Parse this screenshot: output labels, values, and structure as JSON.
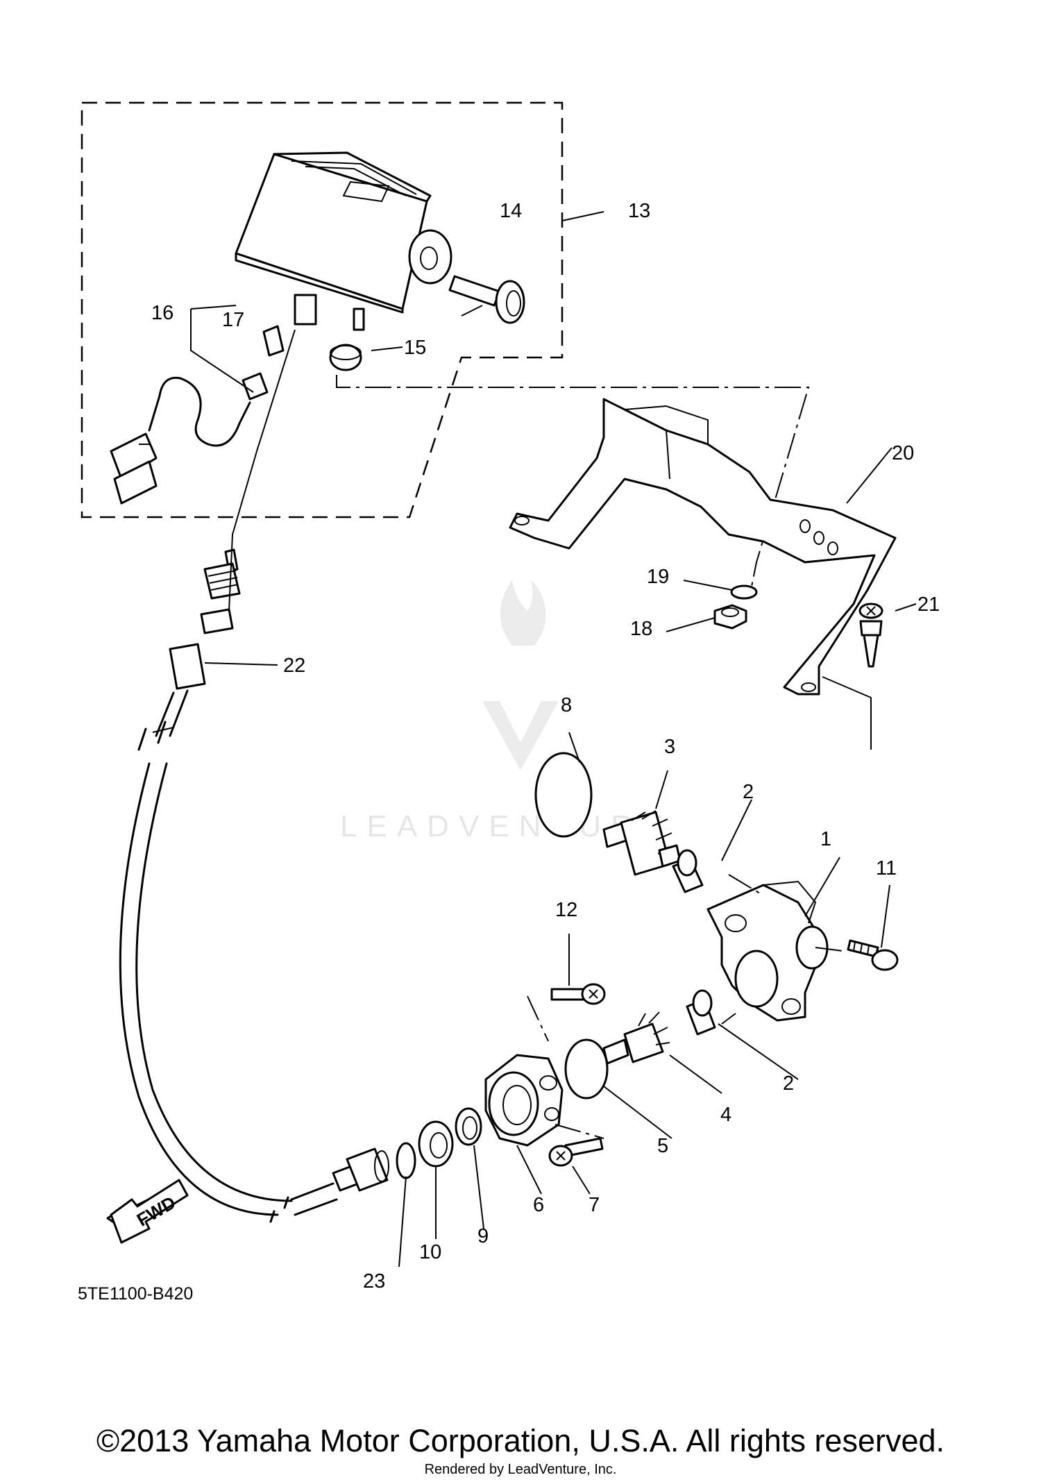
{
  "watermark": {
    "text": "LEADVENTURE"
  },
  "drawing_code": "5TE1100-B420",
  "fwd_label": "FWD",
  "callouts": [
    {
      "id": "1",
      "label": "1"
    },
    {
      "id": "2a",
      "label": "2"
    },
    {
      "id": "2b",
      "label": "2"
    },
    {
      "id": "3",
      "label": "3"
    },
    {
      "id": "4",
      "label": "4"
    },
    {
      "id": "5",
      "label": "5"
    },
    {
      "id": "6",
      "label": "6"
    },
    {
      "id": "7",
      "label": "7"
    },
    {
      "id": "8",
      "label": "8"
    },
    {
      "id": "9",
      "label": "9"
    },
    {
      "id": "10",
      "label": "10"
    },
    {
      "id": "11",
      "label": "11"
    },
    {
      "id": "12",
      "label": "12"
    },
    {
      "id": "13",
      "label": "13"
    },
    {
      "id": "14",
      "label": "14"
    },
    {
      "id": "15",
      "label": "15"
    },
    {
      "id": "16",
      "label": "16"
    },
    {
      "id": "17",
      "label": "17"
    },
    {
      "id": "18",
      "label": "18"
    },
    {
      "id": "19",
      "label": "19"
    },
    {
      "id": "20",
      "label": "20"
    },
    {
      "id": "21",
      "label": "21"
    },
    {
      "id": "22",
      "label": "22"
    },
    {
      "id": "23",
      "label": "23"
    }
  ],
  "footer": {
    "copyright": "©2013 Yamaha Motor Corporation, U.S.A. All rights reserved.",
    "rendered_by": "Rendered by LeadVenture, Inc."
  }
}
